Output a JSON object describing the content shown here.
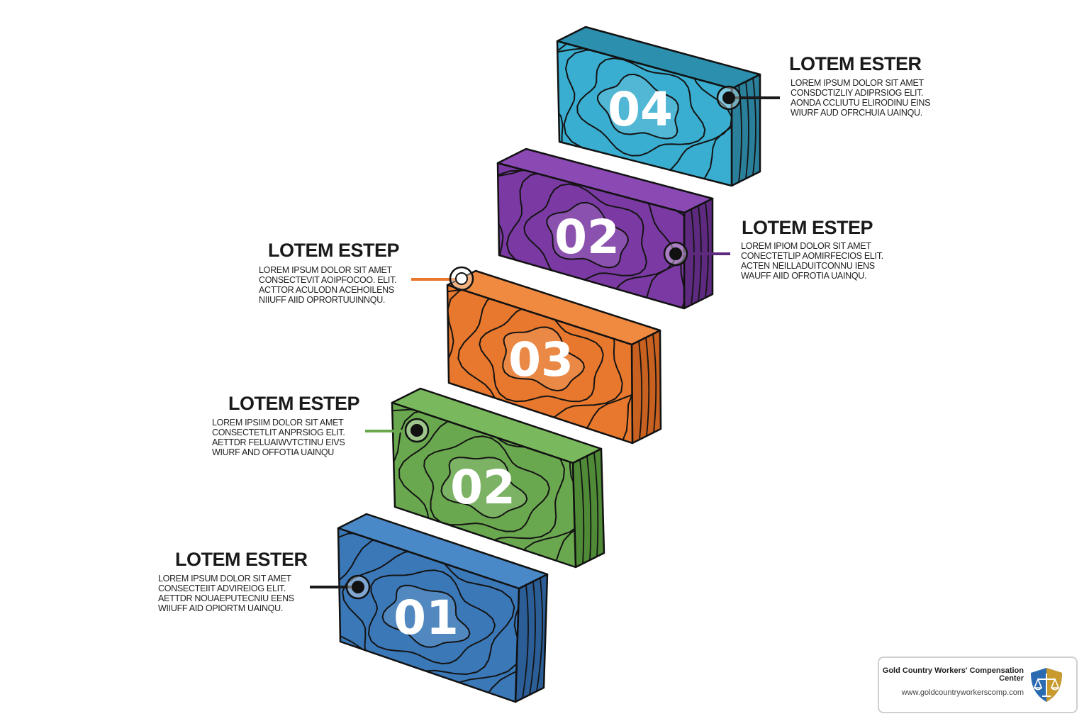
{
  "blocks": [
    {
      "number": "01",
      "color": "#3b78b8",
      "side": "#2b5d96",
      "top": "#4a89c8",
      "line": "#1f3f6a"
    },
    {
      "number": "02",
      "color": "#6aa84f",
      "side": "#4f8a36",
      "top": "#79b85d",
      "line": "#2e5a1f"
    },
    {
      "number": "03",
      "color": "#e8782d",
      "side": "#c8601f",
      "top": "#f08a40",
      "line": "#6e2e0a"
    },
    {
      "number": "02",
      "color": "#7b3aa3",
      "side": "#5e2a80",
      "top": "#8a49b3",
      "line": "#3a1655"
    },
    {
      "number": "04",
      "color": "#3aaed0",
      "side": "#2a7f9a",
      "top": "#2b8fad",
      "line": "#12485a"
    }
  ],
  "labels": [
    {
      "title": "LOTEM ESTER",
      "lines": [
        "LOREM IPSUM DOLOR SIT AMET",
        "CONSECTEIIT ADVIREIOG ELIT.",
        "AETTDR NOUAEPUTECNIU EENS",
        "WIIUFF AID OPIORTM UAINQU."
      ],
      "connector_color": "#1a1a1a"
    },
    {
      "title": "LOTEM ESTEP",
      "lines": [
        "LOREM IPSIIM DOLOR SIT AMET",
        "CONSECTETLIT ANPRSIOG ELIT.",
        "AETTDR FELUAIWVTCTINU EIVS",
        "WIURF AND OFFOTIA UAINQU"
      ],
      "connector_color": "#6aa84f"
    },
    {
      "title": "LOTEM ESTEP",
      "lines": [
        "LOREM IPSUM DOLOR SIT AMET",
        "CONSECTEVIT AOIPFOCOO. ELIT.",
        "ACTTOR ACULODN ACEHOILENS",
        "NIIUFF AIID OPRORTUUINNQU."
      ],
      "connector_color": "#e8782d"
    },
    {
      "title": "LOTEM ESTEP",
      "lines": [
        "LOREM IPIOM DOLOR SIT AMET",
        "CONECTETLIP AOMIRFECIOS ELIT.",
        "ACTEN NEILLADUITCONNU IENS",
        "WAUFF AIID OFROTIA UAINQU."
      ],
      "connector_color": "#5e2a80"
    },
    {
      "title": "LOTEM ESTER",
      "lines": [
        "LOREM IPSUM DOLOR SIT AMET",
        "CONSDCTIZLIY ADIPRSIOG ELIT.",
        "AONDA CCLIUTU ELIRODINU EINS",
        "WIURF AUD OFRCHUIA UAINQU."
      ],
      "connector_color": "#1a1a1a"
    }
  ],
  "badge": {
    "name": "Gold Country Workers' Compensation Center",
    "url": "www.goldcountryworkerscomp.com"
  }
}
